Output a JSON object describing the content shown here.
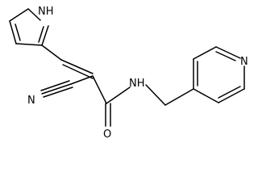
{
  "molecule": {
    "atoms": {
      "nh_pyrrole": "NH",
      "n_nitrile": "N",
      "nh_amide": "NH",
      "o_carbonyl": "O",
      "n_pyridine": "N"
    }
  },
  "colors": {
    "bond": "#000000",
    "text": "#000000",
    "background": "#ffffff"
  }
}
